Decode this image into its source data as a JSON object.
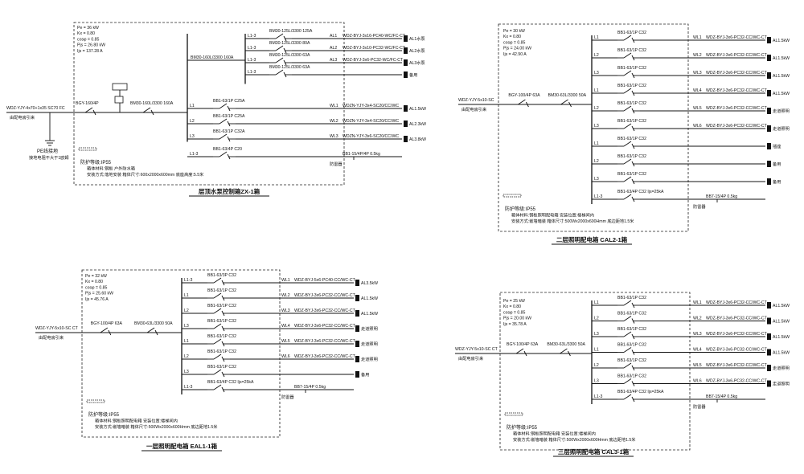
{
  "panels": [
    {
      "id": "zx1",
      "title": "层顶水泵控制箱ZX-1箱",
      "params": [
        "Pe = 36 kW",
        "Kx = 0.80",
        "cosφ = 0.85",
        "Pjs = 26.80 kW",
        "Ijs = 137.28 A"
      ],
      "incoming": {
        "cable": "WDZ-YJY-4x70+1x35 SC70 FC",
        "from": "由配电房引来",
        "switch": "BGY-160/4P",
        "main": "BM30-160L/3300 160A",
        "pe": [
          "PE线接地",
          "接地电阻不大于1欧姆"
        ]
      },
      "sub_bus": "BM30-160L/3300 160A",
      "branches": [
        {
          "phase": "L1-3",
          "breaker": "BM30-125L/3300 125A",
          "id": "AL1",
          "cable": "WDZ-BYJ-3x16-PC40-WC/FC-CT",
          "load": "AL1水泵"
        },
        {
          "phase": "L1-3",
          "breaker": "BM30-125L/3300 80A",
          "id": "AL2",
          "cable": "WDZ-BYJ-3x10-PC32-WC/FC-CT",
          "load": "AL2水泵"
        },
        {
          "phase": "L1-3",
          "breaker": "BM30-125L/3300 63A",
          "id": "AL3",
          "cable": "WDZ-BYJ-3x6-PC32-WC/FC-CT",
          "load": "AL3水泵"
        },
        {
          "phase": "L1-3",
          "breaker": "BM30-125L/3300 63A",
          "id": "",
          "cable": "",
          "load": "备用"
        },
        {
          "phase": "L1",
          "breaker": "BB1-63/1P C25A",
          "id": "WL1",
          "cable": "WDZN-YJY-3x4-SC20/CC/WC",
          "load": "AL1.5kW"
        },
        {
          "phase": "L2",
          "breaker": "BB1-63/1P C25A",
          "id": "WL2",
          "cable": "WDZN-YJY-3x4-SC20/CC/WC",
          "load": "AL2.3kW"
        },
        {
          "phase": "L3",
          "breaker": "BB1-63/1P C32A",
          "id": "WL3",
          "cable": "WDZN-YJY-3x6-SC20/CC/WC",
          "load": "AL3.8kW"
        },
        {
          "phase": "L1-3",
          "breaker": "BB1-63/4P C20",
          "id": "",
          "cable": "BB1-15/4P/4P 0.5kg",
          "load": "防雷器"
        }
      ],
      "notes": [
        "防护等级:IP55",
        "箱体材料:钢板 户外防水箱",
        "安装方式:落地安装  箱体尺寸:600x2000x600mm 底座高度:5.5米"
      ]
    },
    {
      "id": "cal2",
      "title": "二层照明配电箱 CAL2-1箱",
      "params": [
        "Pe = 30 kW",
        "Kx = 0.80",
        "cosφ = 0.85",
        "Pjs = 24.00 kW",
        "Ijs = 42.90 A"
      ],
      "incoming": {
        "cable": "WDZ-YJY-5x10-SC",
        "from": "由配电房引来",
        "switch": "BGY-100/4P 63A",
        "main": "BM30-63L/3300 50A"
      },
      "branches": [
        {
          "phase": "L1",
          "breaker": "BB1-63/1P C32",
          "id": "WL1",
          "cable": "WDZ-BYJ-3x6-PC32-CC/WC-CT",
          "load": "AL1.5kW"
        },
        {
          "phase": "L2",
          "breaker": "BB1-63/1P C32",
          "id": "WL2",
          "cable": "WDZ-BYJ-3x6-PC32-CC/WC-CT",
          "load": "AL1.5kW"
        },
        {
          "phase": "L3",
          "breaker": "BB1-63/1P C32",
          "id": "WL3",
          "cable": "WDZ-BYJ-3x6-PC32-CC/WC-CT",
          "load": "AL1.5kW"
        },
        {
          "phase": "L1",
          "breaker": "BB1-63/1P C32",
          "id": "WL4",
          "cable": "WDZ-BYJ-3x6-PC32-CC/WC-CT",
          "load": "AL1.5kW"
        },
        {
          "phase": "L2",
          "breaker": "BB1-63/1P C32",
          "id": "WL5",
          "cable": "WDZ-BYJ-3x6-PC32-CC/WC-CT",
          "load": "走道照明"
        },
        {
          "phase": "L3",
          "breaker": "BB1-63/1P C32",
          "id": "WL6",
          "cable": "WDZ-BYJ-3x6-PC32-CC/WC-CT",
          "load": "走道照明"
        },
        {
          "phase": "L1",
          "breaker": "BB1-63/1P C32",
          "id": "",
          "cable": "",
          "load": "插座"
        },
        {
          "phase": "L2",
          "breaker": "BB1-63/1P C32",
          "id": "",
          "cable": "",
          "load": "备用"
        },
        {
          "phase": "L3",
          "breaker": "BB1-63/1P C32",
          "id": "",
          "cable": "",
          "load": "备用"
        },
        {
          "phase": "L1-3",
          "breaker": "BB1-63/4P C32 Ijs=25kA",
          "id": "",
          "cable": "BB7-15/4P 0.5kg",
          "load": "防雷器"
        }
      ],
      "notes": [
        "防护等级:IP55",
        "箱体材料:钢板照明配电箱  安装位置:楼梯间内",
        "安装方式:嵌墙暗装  箱体尺寸:500Wx2000x600Hmm  底边距地1.5米"
      ]
    },
    {
      "id": "eal1",
      "title": "一层照明配电箱 EAL1-1箱",
      "params": [
        "Pe = 32 kW",
        "Kx = 0.80",
        "cosφ = 0.85",
        "Pjs = 25.60 kW",
        "Ijs = 45.76 A"
      ],
      "incoming": {
        "cable": "WDZ-YJY-5x10-SC CT",
        "from": "由配电房引来",
        "switch": "BGY-100/4P 63A",
        "main": "BM30-63L/3300 50A"
      },
      "branches": [
        {
          "phase": "L1-3",
          "breaker": "BB1-63/3P C32",
          "id": "WL1",
          "cable": "WDZ-BYJ-5x6-PC40-CC/WC-CT",
          "load": "AL3.5kW"
        },
        {
          "phase": "L1",
          "breaker": "BB1-63/1P C32",
          "id": "WL2",
          "cable": "WDZ-BYJ-3x6-PC32-CC/WC-CT",
          "load": "AL1.5kW"
        },
        {
          "phase": "L2",
          "breaker": "BB1-63/1P C32",
          "id": "WL3",
          "cable": "WDZ-BYJ-3x6-PC32-CC/WC-CT",
          "load": "AL1.5kW"
        },
        {
          "phase": "L3",
          "breaker": "BB1-63/1P C32",
          "id": "WL4",
          "cable": "WDZ-BYJ-3x6-PC32-CC/WC-CT",
          "load": "走道照明"
        },
        {
          "phase": "L1",
          "breaker": "BB1-63/1P C32",
          "id": "WL5",
          "cable": "WDZ-BYJ-3x6-PC32-CC/WC-CT",
          "load": "走道照明"
        },
        {
          "phase": "L2",
          "breaker": "BB1-63/1P C32",
          "id": "WL6",
          "cable": "WDZ-BYJ-3x6-PC32-CC/WC-CT",
          "load": "走道照明"
        },
        {
          "phase": "L3",
          "breaker": "BB1-63/1P C32",
          "id": "",
          "cable": "",
          "load": "备用"
        },
        {
          "phase": "L1-3",
          "breaker": "BB1-63/4P C32 Ijs=25kA",
          "id": "",
          "cable": "BB7-15/4P 0.5kg",
          "load": "防雷器"
        }
      ],
      "notes": [
        "防护等级:IP55",
        "箱体材料:钢板照明配电箱  安装位置:楼梯间内",
        "安装方式:嵌墙暗装  箱体尺寸:500Wx2000x600Hmm  底边距地1.5米"
      ]
    },
    {
      "id": "cal3",
      "title": "三层照明配电箱 CAL3-1箱",
      "params": [
        "Pe = 25 kW",
        "Kx = 0.80",
        "cosφ = 0.85",
        "Pjs = 20.00 kW",
        "Ijs = 35.78 A"
      ],
      "incoming": {
        "cable": "WDZ-YJY-5x10-SC CT",
        "from": "由配电房引来",
        "switch": "BGY-100/4P 63A",
        "main": "BM30-63L/3300 50A"
      },
      "branches": [
        {
          "phase": "L1",
          "breaker": "BB1-63/1P C32",
          "id": "WL1",
          "cable": "WDZ-BYJ-3x6-PC32-CC/WC-CT",
          "load": "AL1.5kW"
        },
        {
          "phase": "L2",
          "breaker": "BB1-63/1P C32",
          "id": "WL2",
          "cable": "WDZ-BYJ-3x6-PC32-CC/WC-CT",
          "load": "AL1.5kW"
        },
        {
          "phase": "L3",
          "breaker": "BB1-63/1P C32",
          "id": "WL3",
          "cable": "WDZ-BYJ-3x6-PC32-CC/WC-CT",
          "load": "AL1.5kW"
        },
        {
          "phase": "L1",
          "breaker": "BB1-63/1P C32",
          "id": "WL4",
          "cable": "WDZ-BYJ-3x6-PC32-CC/WC-CT",
          "load": "AL1.5kW"
        },
        {
          "phase": "L2",
          "breaker": "BB1-63/1P C32",
          "id": "WL5",
          "cable": "WDZ-BYJ-3x6-PC32-CC/WC-CT",
          "load": "走道照明"
        },
        {
          "phase": "L3",
          "breaker": "BB1-63/1P C32",
          "id": "WL6",
          "cable": "WDZ-BYJ-3x6-PC32-CC/WC-CT",
          "load": "走道照明"
        },
        {
          "phase": "L1-3",
          "breaker": "BB1-63/4P C32 Ijs=25kA",
          "id": "",
          "cable": "BB7-15/4P 0.5kg",
          "load": "防雷器"
        }
      ],
      "notes": [
        "防护等级:IP55",
        "箱体材料:钢板照明配电箱  安装位置:楼梯间内",
        "安装方式:嵌墙暗装  箱体尺寸:500Wx2000x600Hmm  底边距地1.5米"
      ]
    }
  ]
}
